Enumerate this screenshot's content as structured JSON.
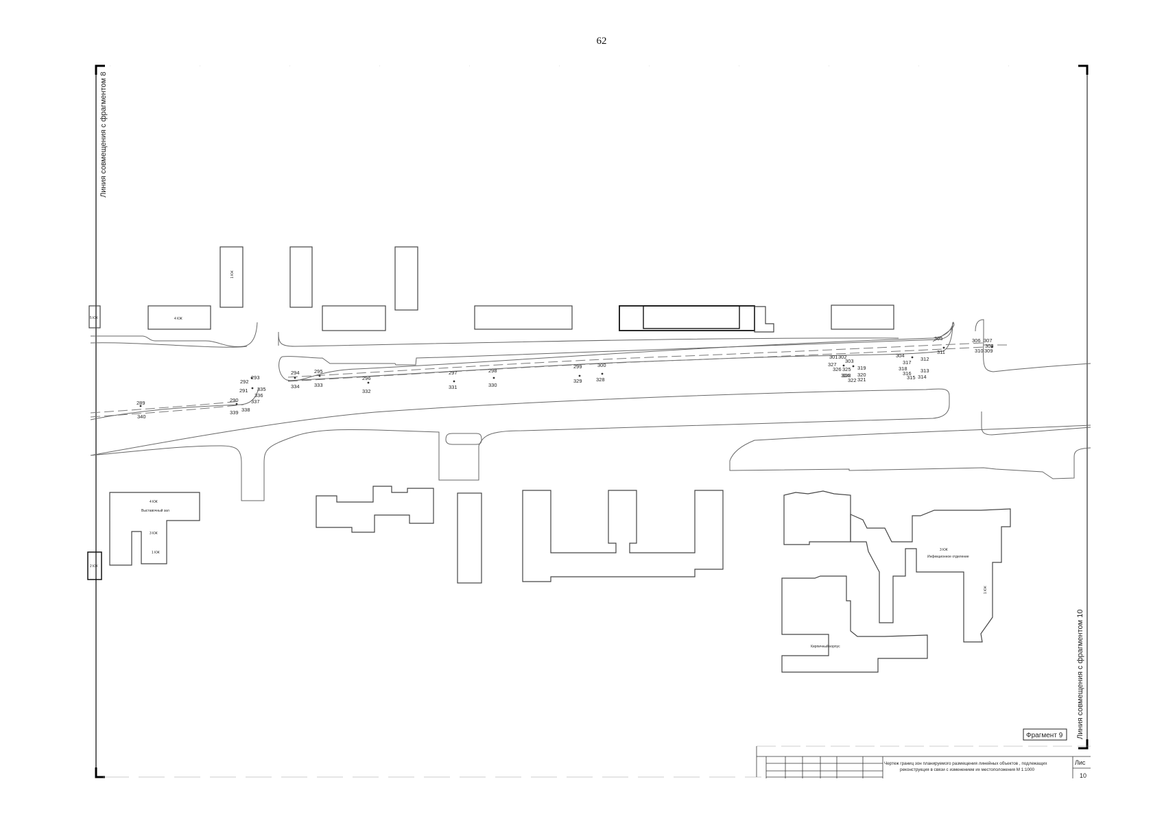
{
  "page": {
    "number": "62"
  },
  "drawing": {
    "left_match_line": "Линия совмещения с фрагментом 8",
    "right_match_line": "Линия совмещения с фрагментом 10",
    "fragment_label": "Фрагмент 9"
  },
  "title_block": {
    "line1": "Чертеж границ зон планируемого размещения линейных объектов , подлежащих",
    "line2": "реконструкция в связи с изменением их местоположения М  1:1000",
    "sheet_label": "Лис",
    "sheet_number": "10"
  },
  "points": {
    "p289": "289",
    "p290": "290",
    "p291": "291",
    "p292": "292",
    "p293": "293",
    "p294": "294",
    "p295": "295",
    "p296": "296",
    "p297": "297",
    "p298": "298",
    "p299": "299",
    "p300": "300",
    "p301": "301",
    "p302": "302",
    "p303": "303",
    "p304": "304",
    "p305": "305",
    "p306": "306",
    "p307": "307",
    "p308": "308",
    "p309": "309",
    "p310": "310",
    "p311": "311",
    "p312": "312",
    "p313": "313",
    "p314": "314",
    "p315": "315",
    "p316": "316",
    "p317": "317",
    "p318": "318",
    "p319": "319",
    "p320": "320",
    "p321": "321",
    "p322": "322",
    "p323": "323",
    "p324": "324",
    "p325": "325",
    "p326": "326",
    "p327": "327",
    "p328": "328",
    "p329": "329",
    "p330": "330",
    "p331": "331",
    "p332": "332",
    "p333": "333",
    "p334": "334",
    "p335": "335",
    "p336": "336",
    "p337": "337",
    "p338": "338",
    "p339": "339",
    "p340": "340"
  },
  "building_labels": {
    "b_top_left": "4 КЖ",
    "b_left_edge": "5 КЖ",
    "b_tall_top": "1 КЖ",
    "b_lower_left": "4 КЖ",
    "b_lower_left_sub": "Выставочный зал",
    "b_lower_left_small": "3 КЖ",
    "b_lower_left_small2": "1 КЖ",
    "b_edge_small": "2 КЖ",
    "b_right_1": "3 КЖ",
    "b_right_1_sub": "Инфекционное отделение",
    "b_right_2": "1 КЖ",
    "b_right_3": "Кирпичный корпус"
  }
}
